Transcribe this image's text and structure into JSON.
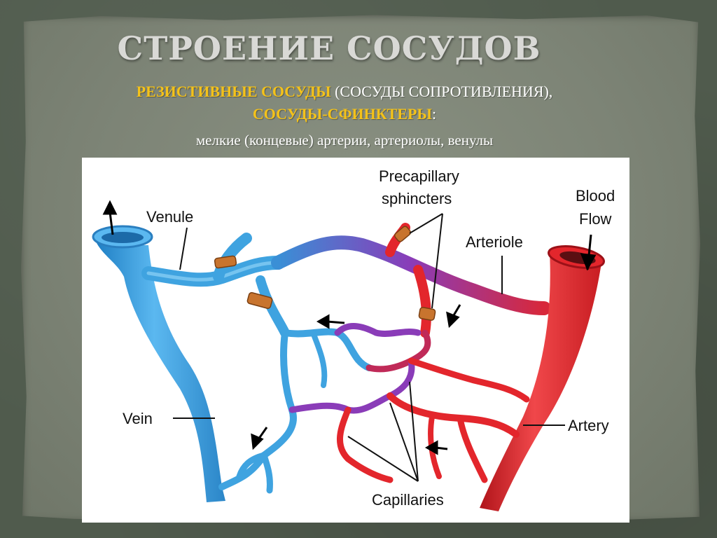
{
  "slide": {
    "title": "СТРОЕНИЕ СОСУДОВ",
    "line1_highlight": "РЕЗИСТИВНЫЕ СОСУДЫ",
    "line1_rest": " (СОСУДЫ СОПРОТИВЛЕНИЯ),",
    "line2_highlight": "СОСУДЫ-СФИНКТЕРЫ",
    "line2_rest": ":",
    "line3": "мелкие (концевые) артерии,  артериолы, венулы"
  },
  "diagram": {
    "labels": {
      "precapillary_line1": "Precapillary",
      "precapillary_line2": "sphincters",
      "blood_line1": "Blood",
      "blood_line2": "Flow",
      "venule": "Venule",
      "arteriole": "Arteriole",
      "vein": "Vein",
      "artery": "Artery",
      "capillaries": "Capillaries"
    },
    "colors": {
      "vein": "#3fa3e0",
      "artery": "#e3262c",
      "mixed": "#7a3fb0",
      "sphincter": "#c8742e"
    }
  }
}
